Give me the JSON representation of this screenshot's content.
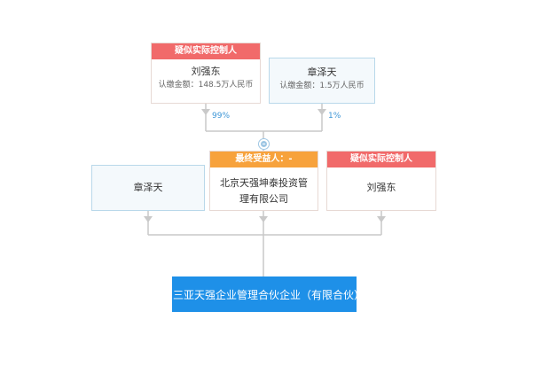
{
  "shareholders": [
    {
      "name": "刘强东",
      "tag": "疑似实际控制人",
      "amount": "认缴金额：148.5万人民币",
      "percent": "99%"
    },
    {
      "name": "章泽天",
      "tag": "",
      "amount": "认缴金额：1.5万人民币",
      "percent": "1%"
    }
  ],
  "middle_row": {
    "left_partner": "章泽天",
    "company": {
      "tag": "最终受益人：-",
      "name": "北京天强坤泰投资管理有限公司"
    },
    "right_partner": {
      "tag": "疑似实际控制人",
      "name": "刘强东"
    }
  },
  "target": {
    "name": "三亚天强企业管理合伙企业（有限合伙）"
  },
  "colors": {
    "tag_red": "#f16a6a",
    "tag_orange": "#f7a23c",
    "target_blue": "#1e90e8",
    "connector_gray": "#c9c9c9",
    "percent_blue": "#3b95d6"
  },
  "icons": {
    "arrow": "arrow-down-icon",
    "junction": "collapse-circle-icon"
  }
}
